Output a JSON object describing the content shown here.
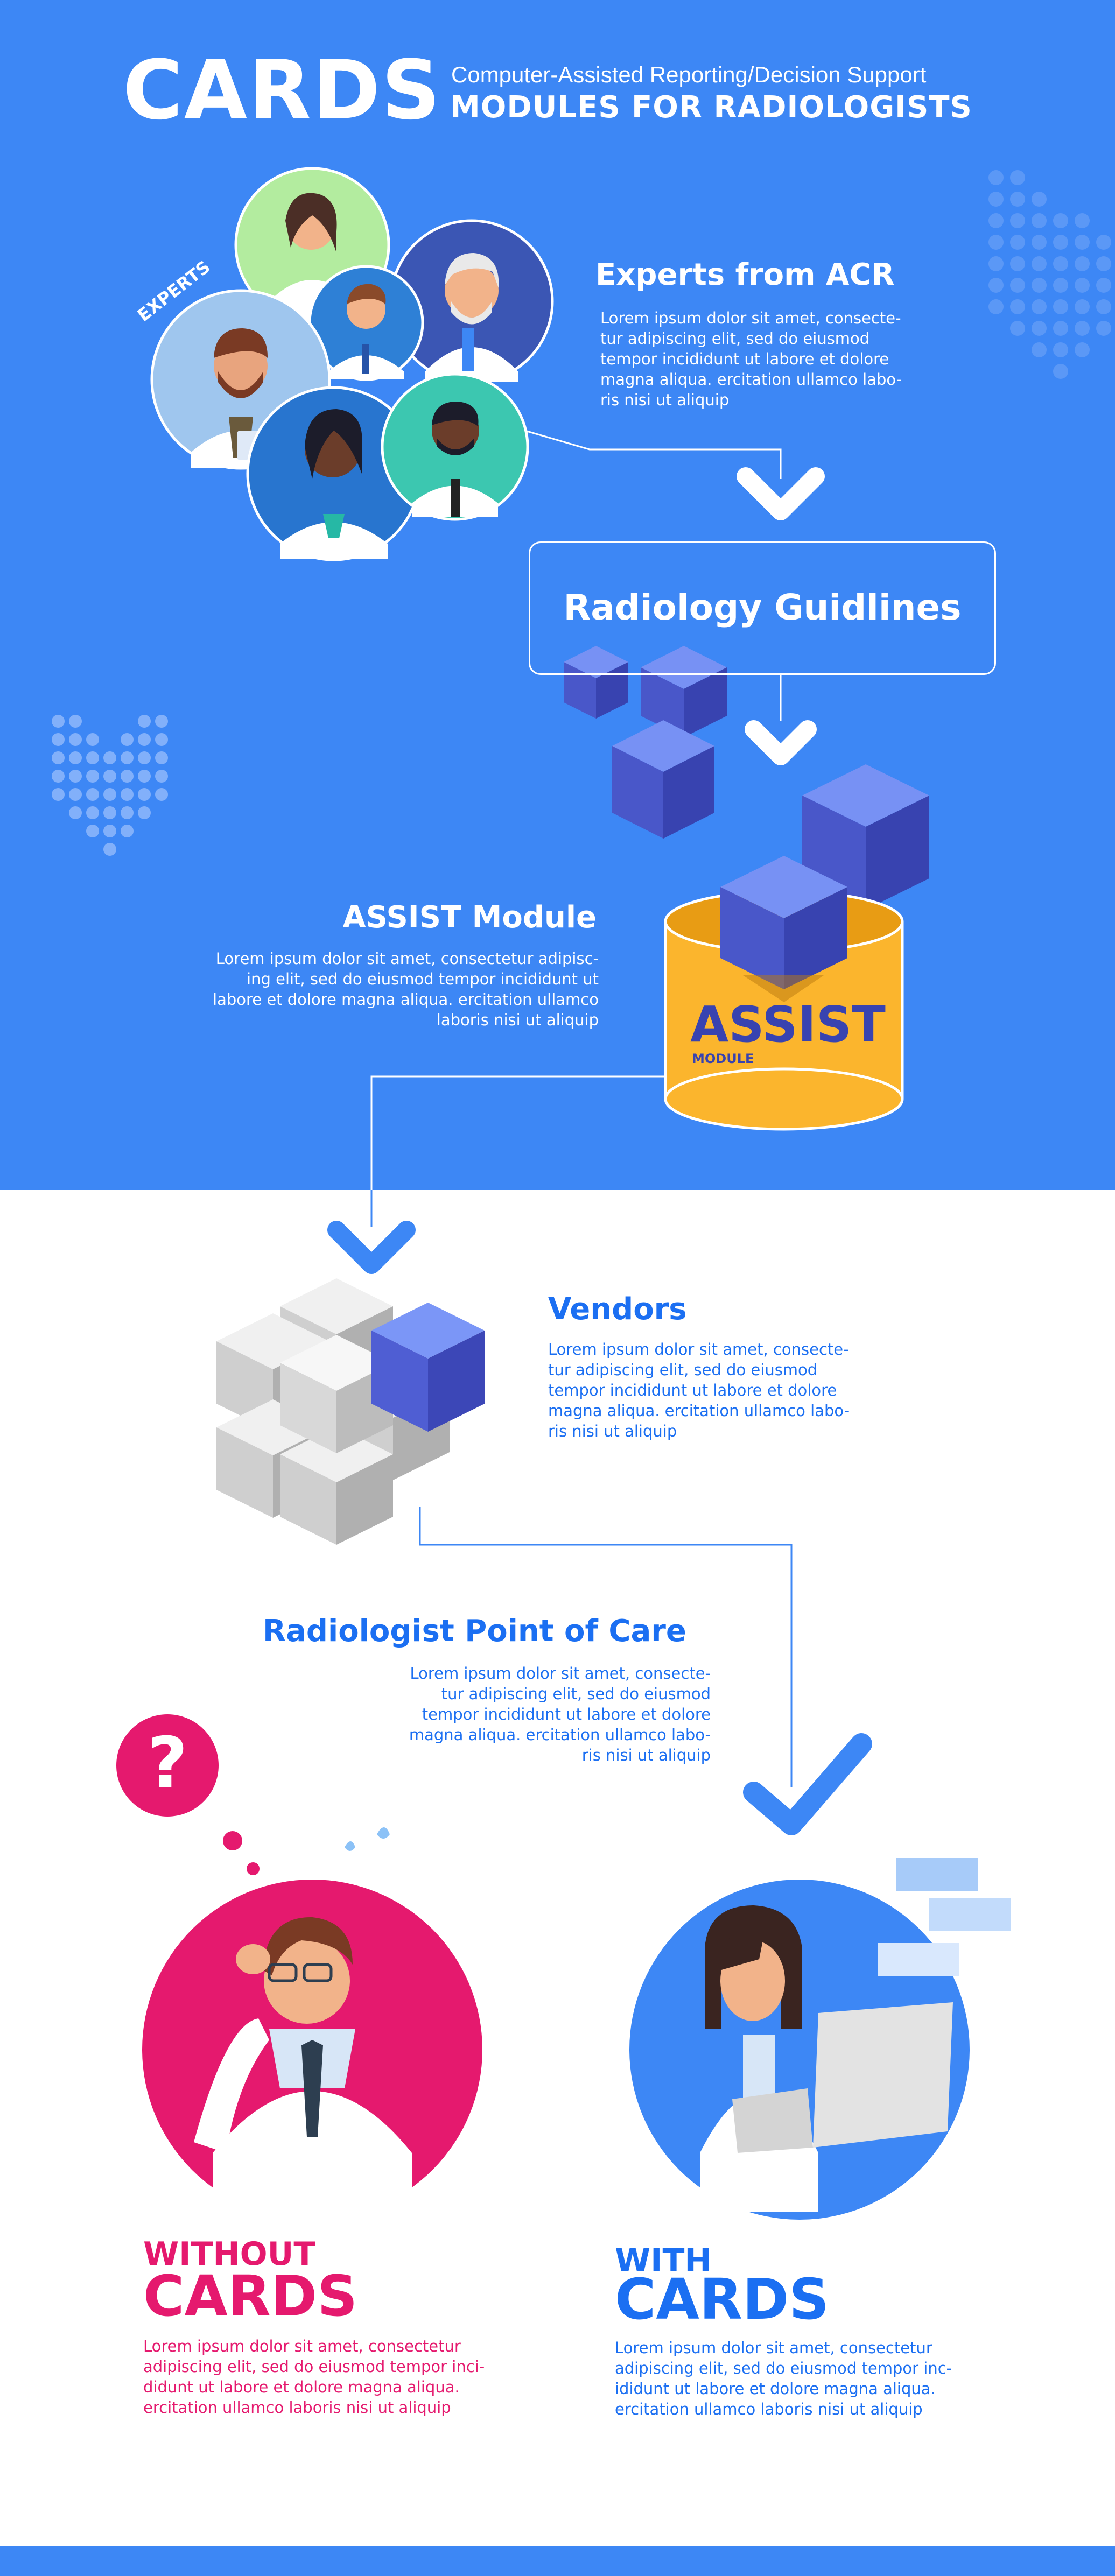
{
  "header": {
    "title": "CARDS",
    "subtitle_line1": "Computer-Assisted Reporting/Decision Support",
    "subtitle_line2": "MODULES FOR RADIOLOGISTS"
  },
  "experts": {
    "badge": "EXPERTS",
    "heading": "Experts from ACR",
    "body": [
      "Lorem ipsum dolor sit amet, consecte-",
      "tur adipiscing elit, sed do eiusmod",
      "tempor incididunt ut labore et dolore",
      "magna aliqua. ercitation ullamco labo-",
      "ris nisi ut aliquip"
    ]
  },
  "guidelines": {
    "label": "Radiology Guidlines"
  },
  "assist": {
    "heading": "ASSIST Module",
    "body": [
      "Lorem ipsum dolor sit amet, consectetur adipisc-",
      "ing elit, sed do eiusmod tempor incididunt ut",
      "labore et dolore magna aliqua. ercitation ullamco",
      "laboris nisi ut aliquip"
    ],
    "drum_title": "ASSIST",
    "drum_sub": "MODULE"
  },
  "vendors": {
    "heading": "Vendors",
    "body": [
      "Lorem ipsum dolor sit amet, consecte-",
      "tur adipiscing elit, sed do eiusmod",
      "tempor incididunt ut labore et dolore",
      "magna aliqua. ercitation ullamco labo-",
      "ris nisi ut aliquip"
    ]
  },
  "point_of_care": {
    "heading": "Radiologist Point of Care",
    "body": [
      "Lorem ipsum dolor sit amet, consecte-",
      "tur adipiscing elit, sed do eiusmod",
      "tempor incididunt ut labore et dolore",
      "magna aliqua. ercitation ullamco labo-",
      "ris nisi ut aliquip"
    ]
  },
  "without": {
    "question_mark": "?",
    "line1": "WITHOUT",
    "line2": "CARDS",
    "body": [
      "Lorem ipsum dolor sit amet, consectetur",
      "adipiscing elit, sed do eiusmod tempor inci-",
      "didunt ut labore et dolore magna aliqua.",
      "ercitation ullamco laboris nisi ut aliquip"
    ]
  },
  "with": {
    "line1": "WITH",
    "line2": "CARDS",
    "body": [
      "Lorem ipsum dolor sit amet, consectetur",
      "adipiscing elit, sed do eiusmod tempor inc-",
      "ididunt ut labore et dolore magna aliqua.",
      "ercitation ullamco laboris nisi ut aliquip"
    ]
  },
  "colors": {
    "brand_blue": "#3d87f5",
    "accent_blue": "#1b6ff2",
    "pink": "#e5196e",
    "cube_blue": "#5562d6",
    "drum_yellow": "#fbb52d"
  }
}
